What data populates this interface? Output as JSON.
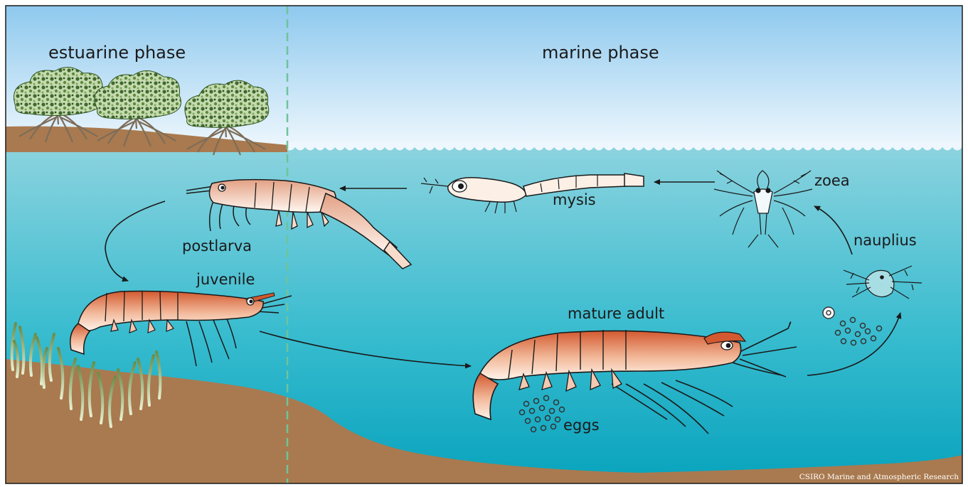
{
  "phases": {
    "estuarine": "estuarine phase",
    "marine": "marine phase"
  },
  "stages": {
    "postlarva": "postlarva",
    "juvenile": "juvenile",
    "mysis": "mysis",
    "zoea": "zoea",
    "nauplius": "nauplius",
    "mature_adult": "mature adult",
    "eggs": "eggs"
  },
  "credit": "CSIRO Marine and Atmospheric Research",
  "colors": {
    "sky_top": "#8ec9ee",
    "sky_bottom": "#eef7fd",
    "water_top": "#87d1de",
    "water_bottom": "#0aa6bf",
    "sediment": "#a97a4f",
    "shrimp_band": "#c8502a",
    "divider": "#6fc39a"
  },
  "icons": [
    "mangrove-tree-icon",
    "seagrass-icon",
    "shrimp-icon",
    "larva-icon",
    "egg-cluster-icon"
  ]
}
